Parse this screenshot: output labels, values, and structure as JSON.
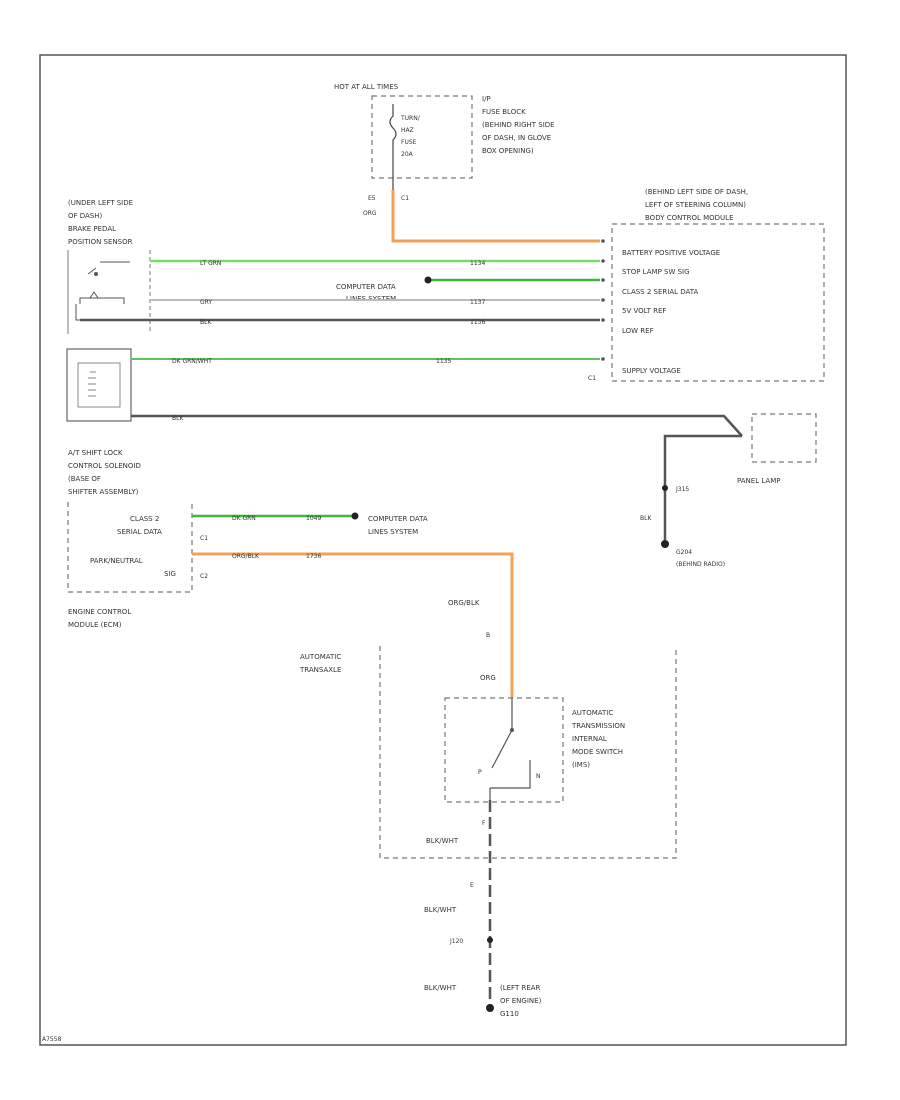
{
  "diagram": {
    "fuse": {
      "hot_label": "HOT AT ALL TIMES",
      "fuse_line1": "TURN/",
      "fuse_line2": "HAZ",
      "fuse_line3": "FUSE",
      "fuse_line4": "20A",
      "block_line1": "I/P",
      "block_line2": "FUSE BLOCK",
      "block_line3": "(BEHIND RIGHT SIDE",
      "block_line4": "OF DASH, IN GLOVE",
      "block_line5": "BOX OPENING)",
      "pin": "E5",
      "pin2": "C1",
      "wire_color": "ORG"
    },
    "bcm": {
      "loc_line1": "(BEHIND LEFT SIDE OF DASH,",
      "loc_line2": "LEFT OF STEERING COLUMN)",
      "name": "BODY CONTROL MODULE",
      "signals": [
        "BATTERY POSITIVE VOLTAGE",
        "STOP LAMP SW SIG",
        "CLASS 2 SERIAL DATA",
        "5V VOLT REF",
        "LOW REF",
        "SUPPLY VOLTAGE"
      ],
      "connector": "C1"
    },
    "brake_sensor": {
      "line1": "(UNDER LEFT SIDE",
      "line2": "OF DASH)",
      "line3": "BRAKE PEDAL",
      "line4": "POSITION SENSOR",
      "wires": [
        "LT GRN",
        "GRY",
        "BLK",
        "DK GRN/WHT"
      ],
      "circuits": [
        "1134",
        "1137",
        "1136",
        "1135"
      ]
    },
    "computer_data": {
      "line1": "COMPUTER DATA",
      "line2": "LINES SYSTEM"
    },
    "shift_lock": {
      "line1": "A/T SHIFT LOCK",
      "line2": "CONTROL SOLENOID",
      "line3": "(BASE OF",
      "line4": "SHIFTER ASSEMBLY)",
      "wire": "BLK"
    },
    "panel_lamp": {
      "label": "PANEL LAMP",
      "wire": "BLK",
      "splice": "J315",
      "ground": "G204",
      "ground_loc": "(BEHIND RADIO)"
    },
    "ecm": {
      "class2_line1": "CLASS 2",
      "class2_line2": "SERIAL DATA",
      "pn_line1": "PARK/NEUTRAL",
      "pn_line2": "SIG",
      "conn1": "C1",
      "conn2": "C2",
      "name_line1": "ENGINE CONTROL",
      "name_line2": "MODULE (ECM)",
      "wire1": "DK GRN",
      "wire2": "ORG/BLK",
      "circuit1": "1049",
      "circuit2": "1736"
    },
    "transaxle": {
      "line1": "AUTOMATIC",
      "line2": "TRANSAXLE",
      "wire_in": "ORG/BLK",
      "pin_in": "B",
      "wire_org": "ORG",
      "switch_line1": "AUTOMATIC",
      "switch_line2": "TRANSMISSION",
      "switch_line3": "INTERNAL",
      "switch_line4": "MODE SWITCH",
      "switch_line5": "(IMS)",
      "pos_p": "P",
      "pos_n": "N",
      "pin_out": "F",
      "wire_out": "BLK/WHT"
    },
    "ground": {
      "pin": "E",
      "wire1": "BLK/WHT",
      "splice": "J120",
      "wire2": "BLK/WHT",
      "ground": "G110",
      "loc_line1": "(LEFT REAR",
      "loc_line2": "OF ENGINE)"
    },
    "footer_code": "A7558"
  }
}
